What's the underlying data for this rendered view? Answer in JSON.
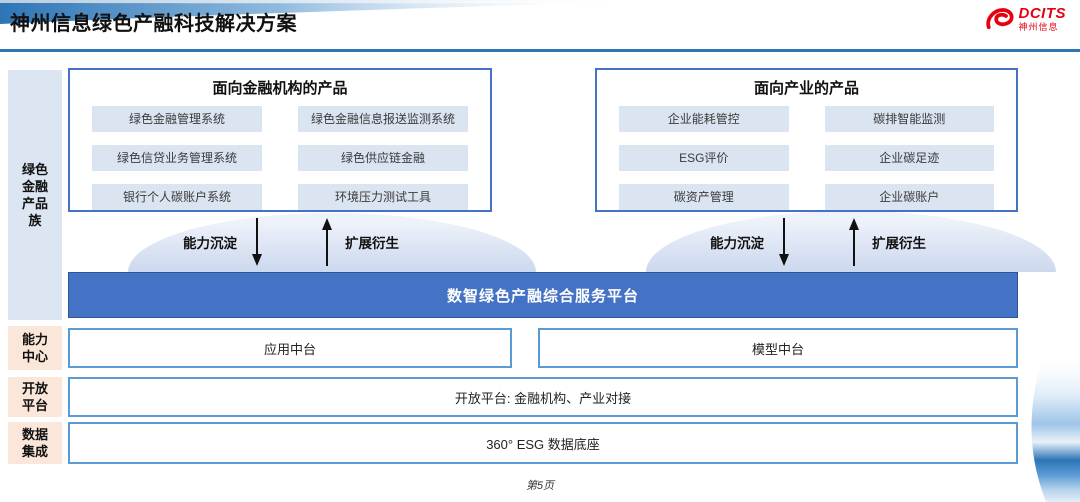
{
  "header": {
    "title": "神州信息绿色产融科技解决方案",
    "logo": {
      "brand": "DCITS",
      "brand_cn": "神州信息"
    }
  },
  "sidebar": {
    "family": {
      "lines": [
        "绿色",
        "金融",
        "产品",
        "族"
      ]
    },
    "capability": {
      "lines": [
        "能力",
        "中心"
      ]
    },
    "open": {
      "lines": [
        "开放",
        "平台"
      ]
    },
    "data": {
      "lines": [
        "数据",
        "集成"
      ]
    }
  },
  "finance_products": {
    "title": "面向金融机构的产品",
    "items": [
      "绿色金融管理系统",
      "绿色金融信息报送监测系统",
      "绿色信贷业务管理系统",
      "绿色供应链金融",
      "银行个人碳账户系统",
      "环境压力测试工具"
    ]
  },
  "industry_products": {
    "title": "面向产业的产品",
    "items": [
      "企业能耗管控",
      "碳排智能监测",
      "ESG评价",
      "企业碳足迹",
      "碳资产管理",
      "企业碳账户"
    ]
  },
  "arrows": {
    "down_label": "能力沉淀",
    "up_label": "扩展衍生"
  },
  "platform": {
    "banner": "数智绿色产融综合服务平台"
  },
  "capability_row": {
    "left": "应用中台",
    "right": "模型中台"
  },
  "open_platform_row": {
    "text": "开放平台: 金融机构、产业对接"
  },
  "data_row": {
    "text": "360° ESG 数据底座"
  },
  "footer": {
    "page": "第5页"
  },
  "colors": {
    "accent_blue": "#4472c4",
    "row_border_blue": "#5b9bd5",
    "header_rule_blue": "#2e75b6",
    "chip_bg": "#dbe5f2",
    "sidebar_blue_bg": "#dce6f2",
    "sidebar_peach_bg": "#fbe7da",
    "logo_red": "#e60012"
  }
}
